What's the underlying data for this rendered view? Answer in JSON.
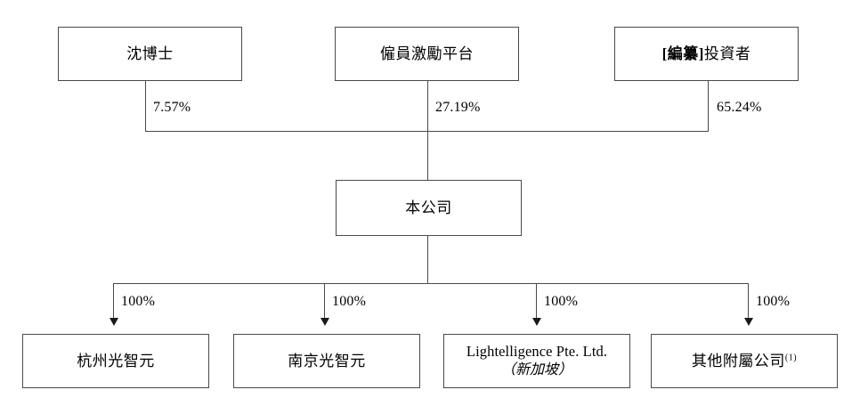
{
  "diagram": {
    "title": "Shareholding and corporate structure chart",
    "line_color": "#4a4a4a",
    "arrow_color": "#1a1a1a",
    "background": "#ffffff",
    "shareholders": [
      {
        "id": "shareholder-1",
        "label": "沈博士",
        "percent": "7.57%"
      },
      {
        "id": "shareholder-2",
        "label": "僱員激勵平台",
        "percent": "27.19%"
      },
      {
        "id": "shareholder-3",
        "label_bold": "[編纂]",
        "label_rest": "投資者",
        "percent": "65.24%"
      }
    ],
    "company": {
      "id": "company",
      "label": "本公司"
    },
    "subsidiaries": [
      {
        "id": "subsidiary-1",
        "label": "杭州光智元",
        "sub": "",
        "percent": "100%",
        "en": false,
        "footnote": ""
      },
      {
        "id": "subsidiary-2",
        "label": "南京光智元",
        "sub": "",
        "percent": "100%",
        "en": false,
        "footnote": ""
      },
      {
        "id": "subsidiary-3",
        "label": "Lightelligence Pte. Ltd.",
        "sub": "（新加坡）",
        "percent": "100%",
        "en": true,
        "footnote": ""
      },
      {
        "id": "subsidiary-4",
        "label": "其他附屬公司",
        "sub": "",
        "percent": "100%",
        "en": false,
        "footnote": "(1)"
      }
    ]
  }
}
